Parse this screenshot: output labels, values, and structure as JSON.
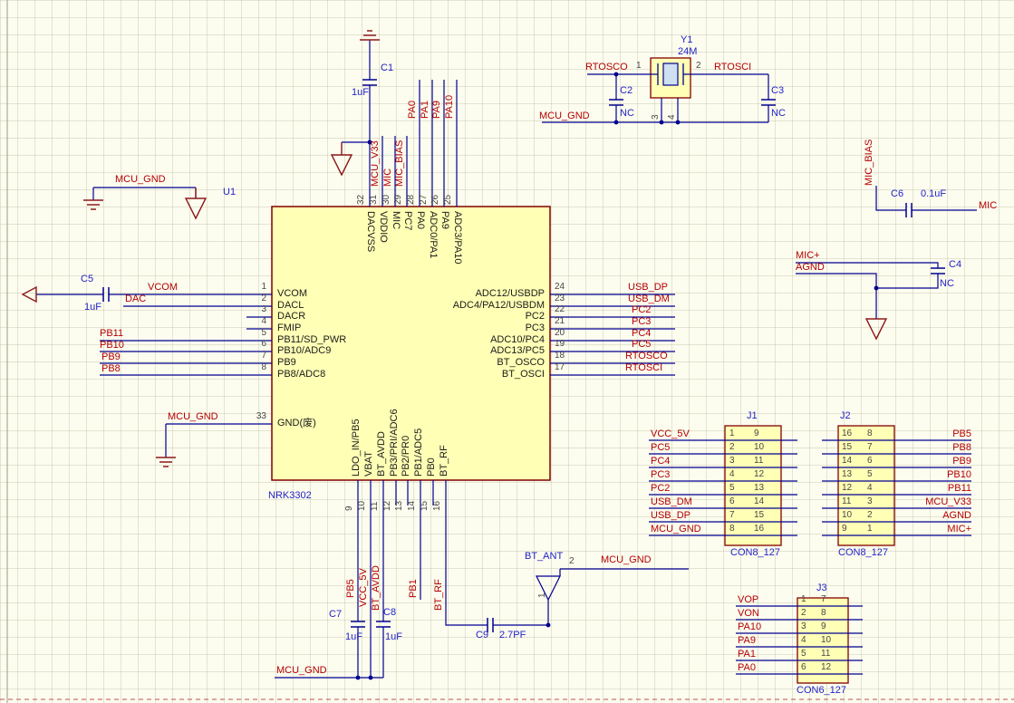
{
  "ic": {
    "designator": "U1",
    "part": "NRK3302",
    "left_pins": [
      {
        "num": "1",
        "name": "VCOM"
      },
      {
        "num": "2",
        "name": "DACL"
      },
      {
        "num": "3",
        "name": "DACR"
      },
      {
        "num": "4",
        "name": "FMIP"
      },
      {
        "num": "5",
        "name": "PB11/SD_PWR"
      },
      {
        "num": "6",
        "name": "PB10/ADC9"
      },
      {
        "num": "7",
        "name": "PB9"
      },
      {
        "num": "8",
        "name": "PB8/ADC8"
      },
      {
        "num": "33",
        "name": "GND(废)"
      }
    ],
    "right_pins": [
      {
        "num": "24",
        "name": "ADC12/USBDP"
      },
      {
        "num": "23",
        "name": "ADC4/PA12/USBDM"
      },
      {
        "num": "22",
        "name": "PC2"
      },
      {
        "num": "21",
        "name": "PC3"
      },
      {
        "num": "20",
        "name": "ADC10/PC4"
      },
      {
        "num": "19",
        "name": "ADC13/PC5"
      },
      {
        "num": "18",
        "name": "BT_OSCO"
      },
      {
        "num": "17",
        "name": "BT_OSCI"
      }
    ],
    "top_pins": [
      {
        "num": "32",
        "name": "DACVSS"
      },
      {
        "num": "31",
        "name": "VDDIO"
      },
      {
        "num": "30",
        "name": "MIC"
      },
      {
        "num": "29",
        "name": "PC7"
      },
      {
        "num": "28",
        "name": "PA0"
      },
      {
        "num": "27",
        "name": "ADC0/PA1"
      },
      {
        "num": "26",
        "name": "PA9"
      },
      {
        "num": "25",
        "name": "ADC3/PA10"
      }
    ],
    "bottom_pins": [
      {
        "num": "9",
        "name": "LDO_IN/PB5"
      },
      {
        "num": "10",
        "name": "VBAT"
      },
      {
        "num": "11",
        "name": "BT_AVDD"
      },
      {
        "num": "12",
        "name": "PB3/PRI/ADC6"
      },
      {
        "num": "13",
        "name": "PB2/PR0"
      },
      {
        "num": "14",
        "name": "PB1/ADC5"
      },
      {
        "num": "15",
        "name": "PB0"
      },
      {
        "num": "16",
        "name": "BT_RF"
      }
    ]
  },
  "top_labels": [
    "MCU_V33",
    "MIC",
    "MIC_BIAS",
    "PA0",
    "PA1",
    "PA9",
    "PA10"
  ],
  "right_labels": [
    "USB_DP",
    "USB_DM",
    "PC2",
    "PC3",
    "PC4",
    "PC5",
    "RTOSCO",
    "RTOSCI"
  ],
  "left": {
    "vcom": "VCOM",
    "dac": "DAC",
    "pb11": "PB11",
    "pb10": "PB10",
    "pb9": "PB9",
    "pb8": "PB8"
  },
  "nets": {
    "mcu_gnd": "MCU_GND",
    "mcu_v33": "MCU_V33",
    "mic": "MIC",
    "mic_bias": "MIC_BIAS",
    "mic_plus": "MIC+",
    "agnd": "AGND",
    "rtosco": "RTOSCO",
    "rtosci": "RTOSCI",
    "pb5": "PB5",
    "vcc_5v": "VCC_5V",
    "bt_avdd": "BT_AVDD",
    "pb1": "PB1",
    "bt_rf": "BT_RF"
  },
  "components": {
    "c1": {
      "des": "C1",
      "val": "1uF"
    },
    "c2": {
      "des": "C2",
      "val": "NC"
    },
    "c3": {
      "des": "C3",
      "val": "NC"
    },
    "c4": {
      "des": "C4",
      "val": "NC"
    },
    "c5": {
      "des": "C5",
      "val": "1uF"
    },
    "c6": {
      "des": "C6",
      "val": "0.1uF"
    },
    "c7": {
      "des": "C7",
      "val": "1uF"
    },
    "c8": {
      "des": "C8",
      "val": "1uF"
    },
    "c9": {
      "des": "C9",
      "val": "2.7PF"
    },
    "y1": {
      "des": "Y1",
      "val": "24M",
      "pins": [
        "1",
        "2",
        "3",
        "4"
      ]
    },
    "ant": {
      "des": "BT_ANT",
      "pins": [
        "1",
        "2"
      ]
    }
  },
  "connectors": {
    "j1": {
      "des": "J1",
      "part": "CON8_127",
      "left_labels": [
        "VCC_5V",
        "PC5",
        "PC4",
        "PC3",
        "PC2",
        "USB_DM",
        "USB_DP",
        "MCU_GND"
      ],
      "left_nums": [
        "1",
        "2",
        "3",
        "4",
        "5",
        "6",
        "7",
        "8"
      ],
      "right_nums": [
        "9",
        "10",
        "11",
        "12",
        "13",
        "14",
        "15",
        "16"
      ]
    },
    "j2": {
      "des": "J2",
      "part": "CON8_127",
      "right_labels": [
        "PB5",
        "PB8",
        "PB9",
        "PB10",
        "PB11",
        "MCU_V33",
        "AGND",
        "MIC+"
      ],
      "left_nums": [
        "16",
        "15",
        "14",
        "13",
        "12",
        "11",
        "10",
        "9"
      ],
      "right_nums": [
        "8",
        "7",
        "6",
        "5",
        "4",
        "3",
        "2",
        "1"
      ]
    },
    "j3": {
      "des": "J3",
      "part": "CON6_127",
      "left_labels": [
        "VOP",
        "VON",
        "PA10",
        "PA9",
        "PA1",
        "PA0"
      ],
      "left_nums": [
        "1",
        "2",
        "3",
        "4",
        "5",
        "6"
      ],
      "right_nums": [
        "7",
        "8",
        "9",
        "10",
        "11",
        "12"
      ]
    }
  }
}
